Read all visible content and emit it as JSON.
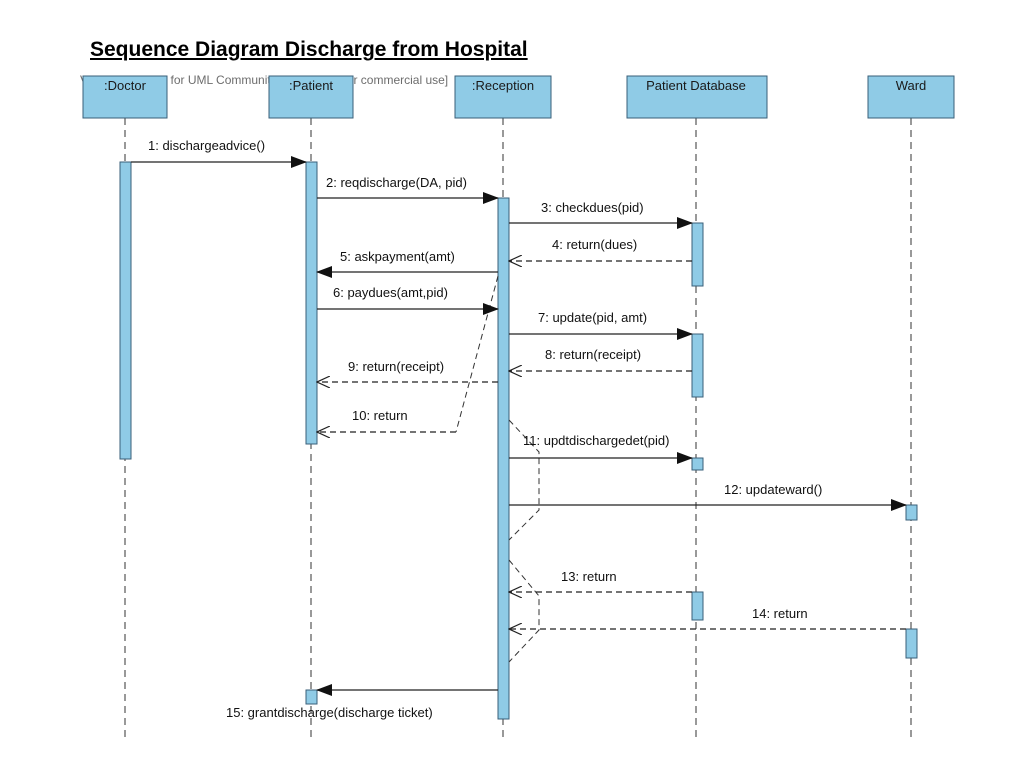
{
  "title": "Sequence Diagram Discharge from Hospital",
  "watermark": "Visual Paradigm for UML Community Edition [not for commercial use]",
  "lifelines": [
    {
      "id": "doctor",
      "label": ":Doctor"
    },
    {
      "id": "patient",
      "label": ":Patient"
    },
    {
      "id": "reception",
      "label": ":Reception"
    },
    {
      "id": "patientdb",
      "label": "Patient Database"
    },
    {
      "id": "ward",
      "label": "Ward"
    }
  ],
  "messages": [
    {
      "label": "1: dischargeadvice()",
      "from": "doctor",
      "to": "patient",
      "kind": "sync"
    },
    {
      "label": "2: reqdischarge(DA, pid)",
      "from": "patient",
      "to": "reception",
      "kind": "sync"
    },
    {
      "label": "3: checkdues(pid)",
      "from": "reception",
      "to": "patientdb",
      "kind": "sync"
    },
    {
      "label": "4: return(dues)",
      "from": "patientdb",
      "to": "reception",
      "kind": "return"
    },
    {
      "label": "5: askpayment(amt)",
      "from": "reception",
      "to": "patient",
      "kind": "sync"
    },
    {
      "label": "6: paydues(amt,pid)",
      "from": "patient",
      "to": "reception",
      "kind": "sync"
    },
    {
      "label": "7: update(pid, amt)",
      "from": "reception",
      "to": "patientdb",
      "kind": "sync"
    },
    {
      "label": "8: return(receipt)",
      "from": "patientdb",
      "to": "reception",
      "kind": "return"
    },
    {
      "label": "9: return(receipt)",
      "from": "reception",
      "to": "patient",
      "kind": "return"
    },
    {
      "label": "10: return",
      "from": "reception",
      "to": "patient",
      "kind": "return"
    },
    {
      "label": "11: updtdischargedet(pid)",
      "from": "reception",
      "to": "patientdb",
      "kind": "sync"
    },
    {
      "label": "12: updateward()",
      "from": "reception",
      "to": "ward",
      "kind": "sync"
    },
    {
      "label": "13: return",
      "from": "patientdb",
      "to": "reception",
      "kind": "return"
    },
    {
      "label": "14: return",
      "from": "ward",
      "to": "reception",
      "kind": "return"
    },
    {
      "label": "15: grantdischarge(discharge ticket)",
      "from": "reception",
      "to": "patient",
      "kind": "sync"
    }
  ],
  "colors": {
    "lifeline_fill": "#8fcbe6",
    "lifeline_stroke": "#3a5f78"
  }
}
